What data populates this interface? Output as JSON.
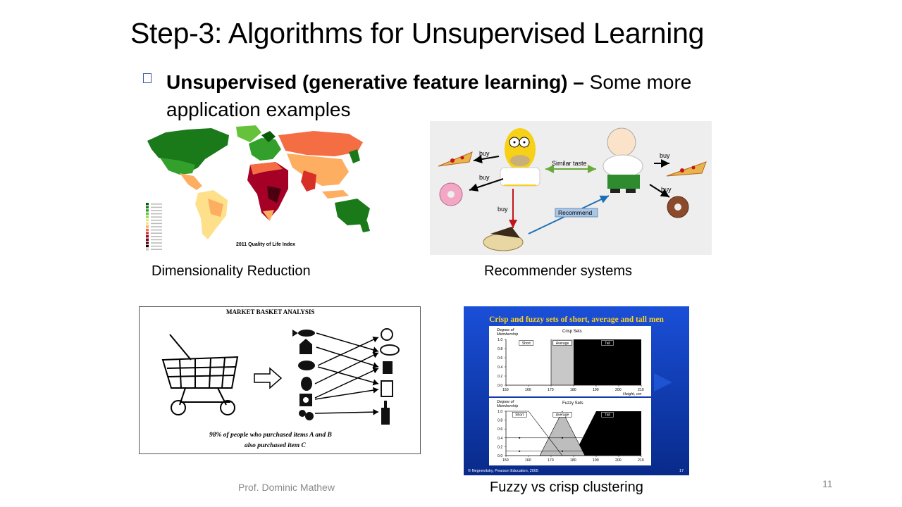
{
  "slide": {
    "title": "Step-3: Algorithms for Unsupervised Learning",
    "bullet_bold": "Unsupervised (generative feature learning) –",
    "bullet_rest": " Some more application examples",
    "footer_author": "Prof. Dominic Mathew",
    "page_number": "11"
  },
  "figures": {
    "map": {
      "caption": "Dimensionality Reduction",
      "map_title": "2011 Quality of Life Index",
      "legend_colors": [
        "#0a5a0a",
        "#1a7a1a",
        "#33a02c",
        "#66c23a",
        "#a6d854",
        "#d9ef8b",
        "#fee08b",
        "#fdae61",
        "#f46d43",
        "#d73027",
        "#a50026",
        "#7a0019",
        "#4a0010",
        "#200000",
        "#cccccc"
      ]
    },
    "recommender": {
      "caption": "Recommender systems",
      "buy_label": "buy",
      "similar_label": "Similar taste",
      "recommend_label": "Recommend"
    },
    "basket": {
      "caption": "",
      "heading": "MARKET BASKET ANALYSIS",
      "note_line1": "98% of people who purchased items A and B",
      "note_line2": "also purchased item C"
    },
    "fuzzy": {
      "caption": "Fuzzy vs crisp clustering",
      "title": "Crisp and fuzzy sets of short, average and tall men",
      "axis_y_label_line1": "Degree of",
      "axis_y_label_line2": "Membership",
      "crisp_title": "Crisp Sets",
      "fuzzy_title": "Fuzzy Sets",
      "x_label": "Height, cm",
      "label_short": "Short",
      "label_average": "Average",
      "label_tall": "Tall",
      "y_ticks": [
        "0.0",
        "0.2",
        "0.4",
        "0.6",
        "0.8",
        "1.0"
      ],
      "x_ticks": [
        "150",
        "160",
        "170",
        "180",
        "190",
        "200",
        "210"
      ],
      "copyright": "© Negnevitsky, Pearson Education, 2005",
      "page": "17"
    }
  }
}
